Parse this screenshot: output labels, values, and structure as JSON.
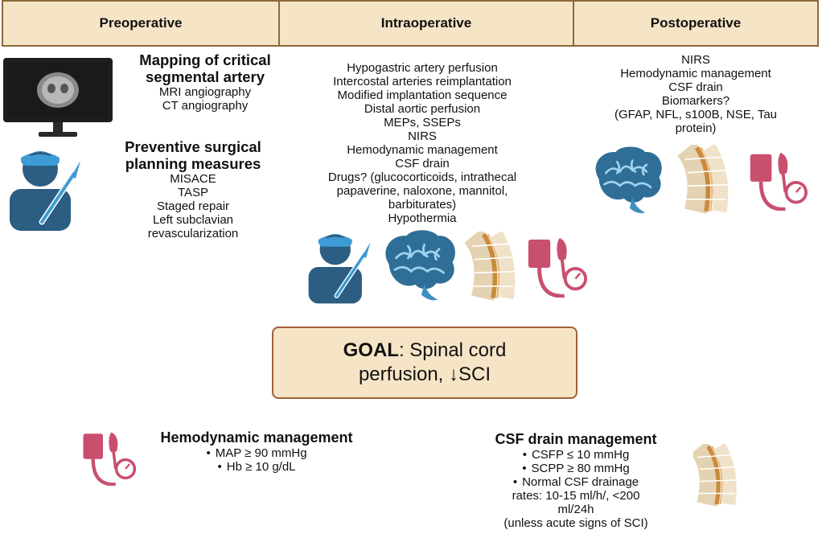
{
  "header": {
    "col1": "Preoperative",
    "col2": "Intraoperative",
    "col3": "Postoperative"
  },
  "pre": {
    "mapping_title_1": "Mapping of critical",
    "mapping_title_2": "segmental artery",
    "mapping_items": [
      "MRI angiography",
      "CT angiography"
    ],
    "planning_title_1": "Preventive surgical",
    "planning_title_2": "planning measures",
    "planning_items": [
      "MISACE",
      "TASP",
      "Staged repair",
      "Left subclavian",
      "revascularization"
    ]
  },
  "intra": {
    "items": [
      "Hypogastric artery perfusion",
      "Intercostal arteries reimplantation",
      "Modified implantation sequence",
      "Distal aortic perfusion",
      "MEPs, SSEPs",
      "NIRS",
      "Hemodynamic management",
      "CSF drain",
      "Drugs? (glucocorticoids, intrathecal",
      "papaverine, naloxone, mannitol,",
      "barbiturates)",
      "Hypothermia"
    ]
  },
  "post": {
    "items": [
      "NIRS",
      "Hemodynamic management",
      "CSF drain",
      "Biomarkers?",
      "(GFAP, NFL, s100B, NSE, Tau",
      "protein)"
    ]
  },
  "goal": {
    "label": "GOAL",
    "text_1": ": Spinal cord",
    "text_2": "perfusion, ↓SCI"
  },
  "hemo": {
    "title": "Hemodynamic management",
    "items": [
      "MAP ≥ 90 mmHg",
      "Hb ≥ 10 g/dL"
    ]
  },
  "csf": {
    "title": "CSF drain management",
    "item_1": "CSFP ≤ 10 mmHg",
    "item_2": "SCPP ≥ 80 mmHg",
    "item_3_1": "Normal CSF drainage",
    "item_3_2": "rates: 10-15 ml/h/, <200",
    "item_3_3": "ml/24h",
    "item_3_4": "(unless acute signs of SCI)"
  },
  "colors": {
    "header_fill": "#f6e4c6",
    "header_border": "#8a6a3a",
    "blue": "#2f7fb0",
    "dark_blue": "#1f4a6b",
    "pink": "#c94f6f",
    "spine_bone": "#efe0c4",
    "spine_canal": "#c98a3c"
  }
}
